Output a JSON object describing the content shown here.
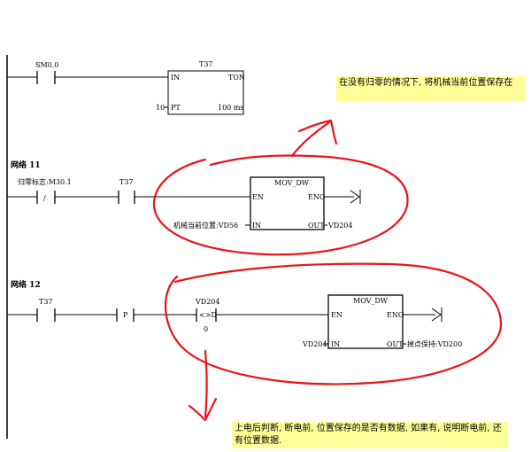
{
  "network10": {
    "contact1": "SM0.0",
    "timer_name": "T37",
    "timer_in": "IN",
    "timer_ton": "TON",
    "timer_pt_value": "10",
    "timer_pt": "PT",
    "timer_base": "100 ms"
  },
  "network11": {
    "title": "网络 11",
    "contact1": "归零标志:M30.1",
    "contact1_not": "/",
    "contact2": "T37",
    "box_name": "MOV_DW",
    "en": "EN",
    "eno": "ENO",
    "in_label": "机械当前位置:VD56",
    "in": "IN",
    "out": "OUT",
    "out_label": "VD204"
  },
  "network12": {
    "title": "网络 12",
    "contact1": "T37",
    "contact2": "P",
    "compare_top": "VD204",
    "compare_op": "<>D",
    "compare_bottom": "0",
    "box_name": "MOV_DW",
    "en": "EN",
    "eno": "ENO",
    "in_label": "VD204",
    "in": "IN",
    "out": "OUT",
    "out_label": "掉点保持:VD200"
  },
  "notes": {
    "top": "在没有归零的情况下, 将机械当前位置保存在",
    "bottom": "上电后判断, 断电前, 位置保存的是否有数据, 如果有, 说明断电前, 还有位置数据."
  },
  "colors": {
    "annotation_red": "#e8141c",
    "note_bg": "#ffff99"
  }
}
